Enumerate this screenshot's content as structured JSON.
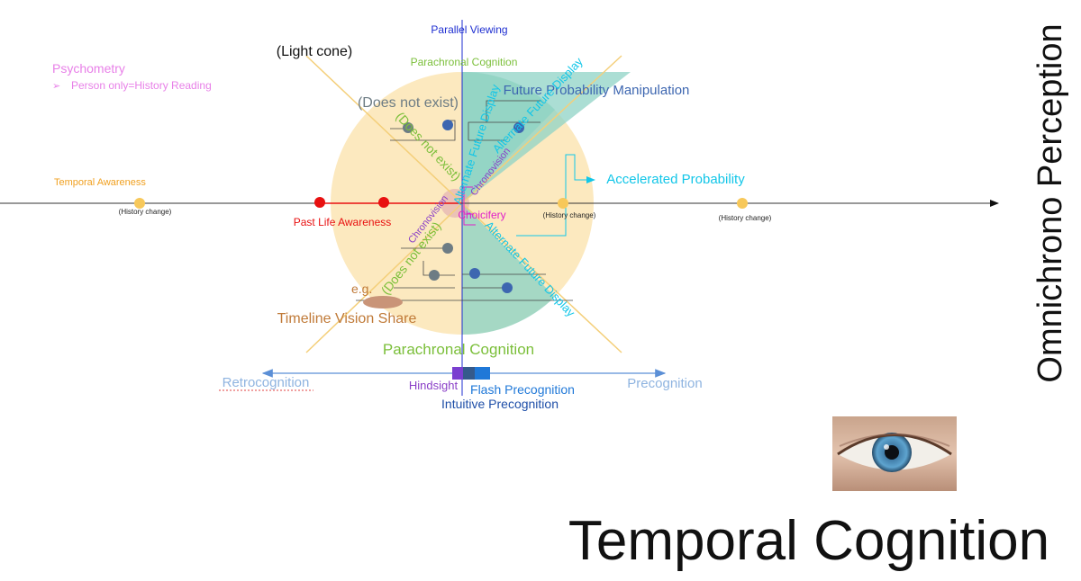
{
  "title": "Temporal Cognition",
  "side_title": "Omnichrono Perception",
  "top_axis_label": "Parallel Viewing",
  "light_cone": "(Light cone)",
  "psychometry": {
    "heading": "Psychometry",
    "bullet": "Person only=History Reading",
    "bullet_marker": "➢"
  },
  "parachronal_top": "Parachronal Cognition",
  "parachronal_bottom": "Parachronal Cognition",
  "does_not_exist_top": "(Does not exist)",
  "does_not_exist_diag_upper": "(Does not exist)",
  "does_not_exist_diag_lower": "(Does not exist)",
  "future_probability_manipulation": "Future Probability Manipulation",
  "alternate_future_display_a": "Alternate Future Display",
  "alternate_future_display_b": "Alternate Future Display",
  "alternate_future_display_c": "Alternate Future Display",
  "chronovision_a": "Chronovision",
  "chronovision_b": "Chronovision",
  "choicifery": "Choicifery",
  "accelerated_probability": "Accelerated Probability",
  "temporal_awareness": "Temporal Awareness",
  "history_change": "(History change)",
  "past_life_awareness": "Past Life Awareness",
  "eg": "e.g.",
  "timeline_vision_share": "Timeline Vision Share",
  "retrocognition": "Retrocognition",
  "precognition": "Precognition",
  "hindsight": "Hindsight",
  "flash_precognition": "Flash Precognition",
  "intuitive_precognition": "Intuitive Precognition",
  "eye_image": "eye-photo",
  "colors": {
    "cone_fill": "#fbe5b4",
    "future_fill": "#8fd3c5",
    "time_axis": "#333333",
    "vertical_axis": "#1f2fd1",
    "past_dot": "#e81010",
    "history_dot": "#f7c85a",
    "grey_dot": "#6d7c84",
    "blue_dot": "#3d66b0",
    "cyan": "#12c6e8",
    "green": "#7bbf3a",
    "purple": "#8a3fc7",
    "magenta": "#e020c8",
    "pink": "#e880e8",
    "orange": "#c07a38"
  }
}
